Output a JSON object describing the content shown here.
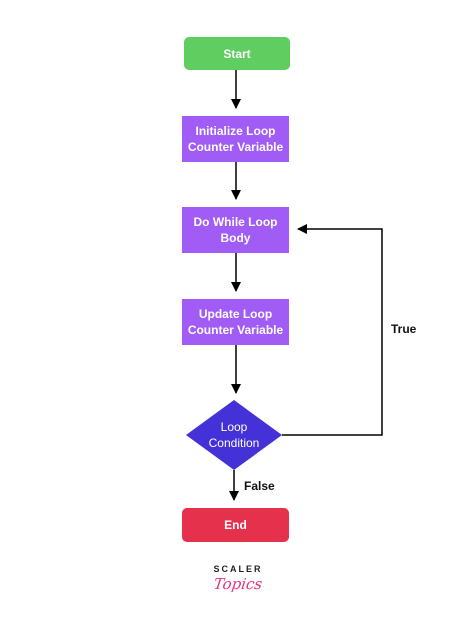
{
  "colors": {
    "start_fill": "#5fcd5f",
    "process_fill": "#a05cf5",
    "decision_fill": "#4432d8",
    "end_fill": "#e6314c",
    "line": "#000000",
    "logo_accent": "#e8327c"
  },
  "flowchart": {
    "start": "Start",
    "step_init": {
      "line1": "Initialize Loop",
      "line2": "Counter Variable"
    },
    "step_body": {
      "line1": "Do While Loop",
      "line2": "Body"
    },
    "step_update": {
      "line1": "Update Loop",
      "line2": "Counter Variable"
    },
    "decision": {
      "line1": "Loop",
      "line2": "Condition"
    },
    "end": "End",
    "true_label": "True",
    "false_label": "False"
  },
  "logo": {
    "top": "SCALER",
    "bottom": "Topics"
  }
}
